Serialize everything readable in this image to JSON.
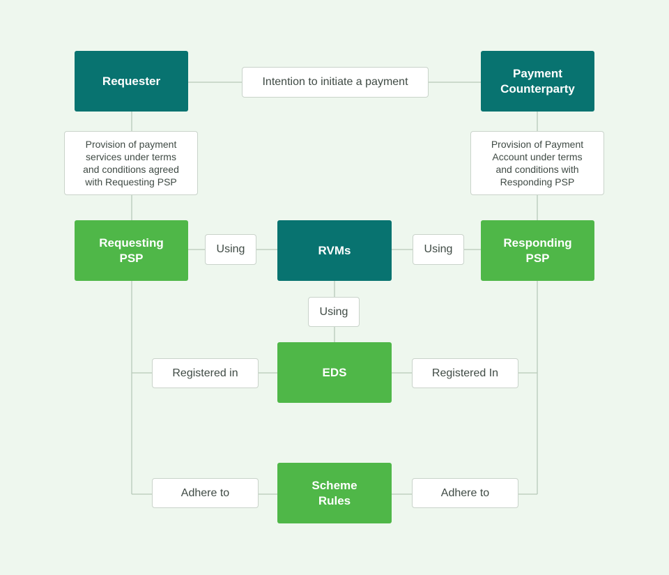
{
  "nodes": {
    "requester": "Requester",
    "payment_counterparty": "Payment\nCounterparty",
    "requesting_psp": "Requesting\nPSP",
    "rvms": "RVMs",
    "responding_psp": "Responding\nPSP",
    "eds": "EDS",
    "scheme_rules": "Scheme\nRules"
  },
  "labels": {
    "intention": "Intention to initiate a payment",
    "provision_requesting": "Provision of payment\nservices under terms\nand conditions agreed\nwith Requesting PSP",
    "provision_responding": "Provision of Payment\nAccount under terms\nand conditions with\nResponding PSP",
    "using_left": "Using",
    "using_right": "Using",
    "using_down": "Using",
    "registered_in_left": "Registered in",
    "registered_in_right": "Registered In",
    "adhere_to_left": "Adhere to",
    "adhere_to_right": "Adhere to"
  },
  "colors": {
    "teal": "#087370",
    "green": "#4fb748",
    "background": "#eef7ee",
    "connector": "#b7c9b9"
  }
}
